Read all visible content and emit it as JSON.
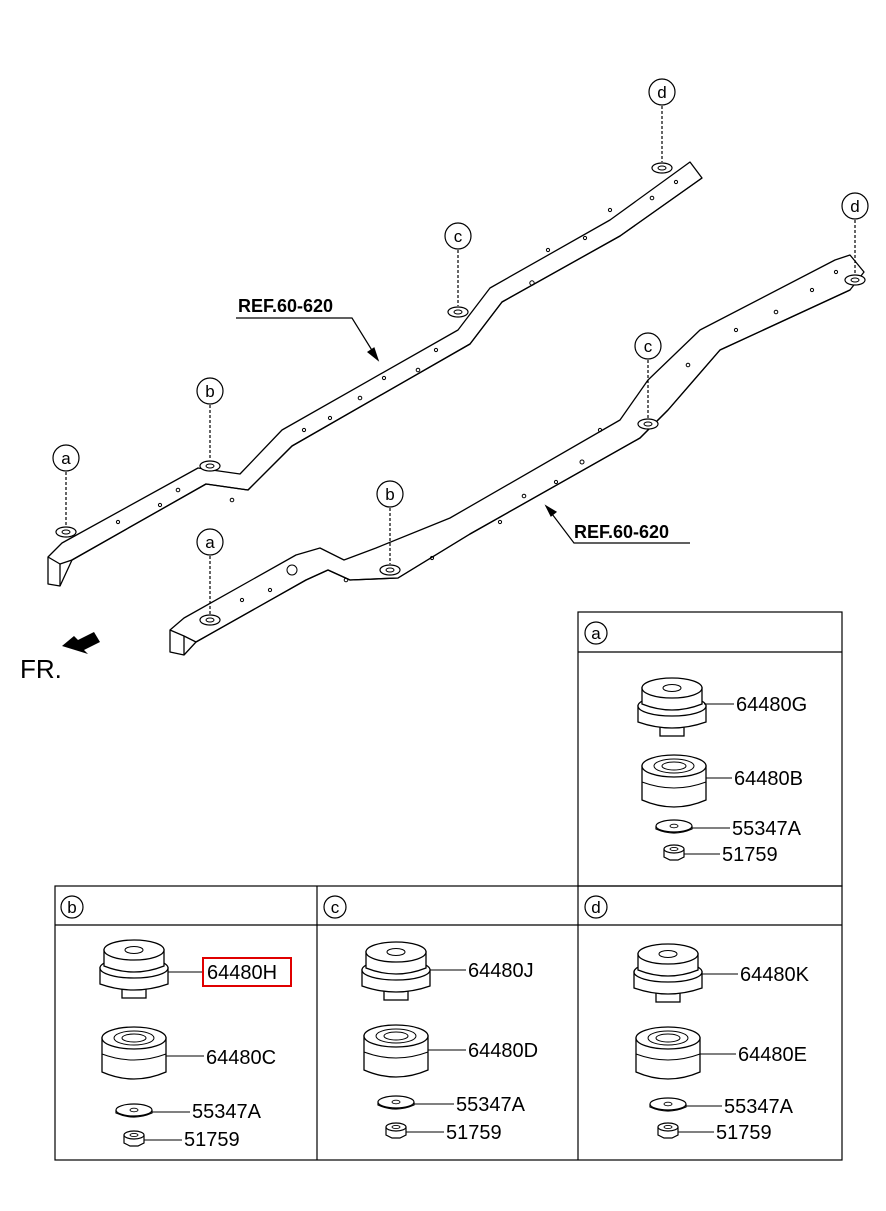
{
  "reference_labels": [
    "REF.60-620",
    "REF.60-620"
  ],
  "direction_label": "FR.",
  "callouts": {
    "a": "a",
    "b": "b",
    "c": "c",
    "d": "d"
  },
  "panels": {
    "a": {
      "letter": "a",
      "parts": [
        "64480G",
        "64480B",
        "55347A",
        "51759"
      ]
    },
    "b": {
      "letter": "b",
      "parts": [
        "64480H",
        "64480C",
        "55347A",
        "51759"
      ]
    },
    "c": {
      "letter": "c",
      "parts": [
        "64480J",
        "64480D",
        "55347A",
        "51759"
      ]
    },
    "d": {
      "letter": "d",
      "parts": [
        "64480K",
        "64480E",
        "55347A",
        "51759"
      ]
    }
  },
  "highlighted_part": "64480H",
  "colors": {
    "highlight": "#e00000",
    "line": "#000000"
  }
}
